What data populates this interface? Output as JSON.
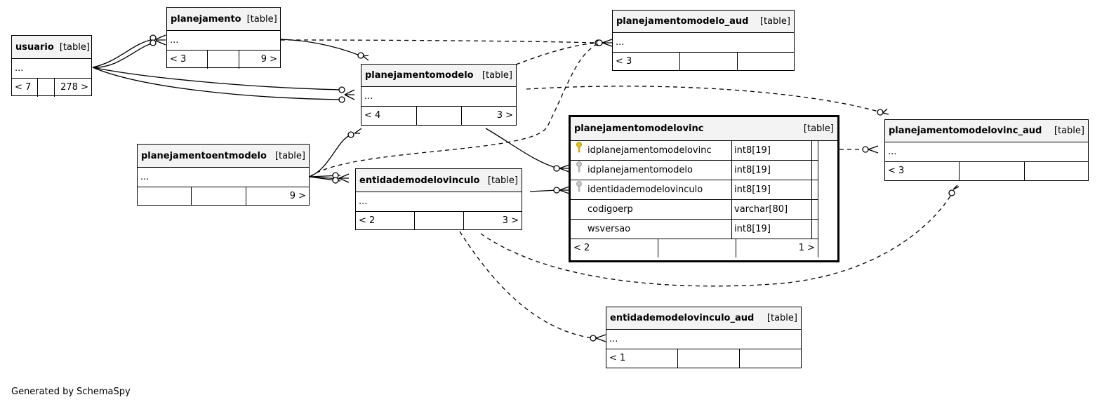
{
  "tables": {
    "usuario": {
      "name": "usuario",
      "kind": "[table]",
      "ellipsis": "...",
      "footer": [
        "< 7",
        "",
        "278 >"
      ]
    },
    "planejamento": {
      "name": "planejamento",
      "kind": "[table]",
      "ellipsis": "...",
      "footer": [
        "< 3",
        "",
        "9 >"
      ]
    },
    "planejamentomodelo_aud": {
      "name": "planejamentomodelo_aud",
      "kind": "[table]",
      "ellipsis": "...",
      "footer": [
        "< 3",
        "",
        ""
      ]
    },
    "planejamentomodelo": {
      "name": "planejamentomodelo",
      "kind": "[table]",
      "ellipsis": "...",
      "footer": [
        "< 4",
        "",
        "3 >"
      ]
    },
    "planejamentoentmodelo": {
      "name": "planejamentoentmodelo",
      "kind": "[table]",
      "ellipsis": "...",
      "footer": [
        "",
        "",
        "9 >"
      ]
    },
    "entidademodelovinculo": {
      "name": "entidademodelovinculo",
      "kind": "[table]",
      "ellipsis": "...",
      "footer": [
        "< 2",
        "",
        "3 >"
      ]
    },
    "planejamentomodelovinc_aud": {
      "name": "planejamentomodelovinc_aud",
      "kind": "[table]",
      "ellipsis": "...",
      "footer": [
        "< 3",
        "",
        ""
      ]
    },
    "entidademodelovinculo_aud": {
      "name": "entidademodelovinculo_aud",
      "kind": "[table]",
      "ellipsis": "...",
      "footer": [
        "< 1",
        "",
        ""
      ]
    },
    "planejamentomodelovinc": {
      "name": "planejamentomodelovinc",
      "kind": "[table]",
      "columns": [
        {
          "name": "idplanejamentomodelovinc",
          "type": "int8[19]",
          "key": "primary"
        },
        {
          "name": "idplanejamentomodelo",
          "type": "int8[19]",
          "key": "foreign"
        },
        {
          "name": "identidademodelovinculo",
          "type": "int8[19]",
          "key": "foreign"
        },
        {
          "name": "codigoerp",
          "type": "varchar[80]",
          "key": "none"
        },
        {
          "name": "wsversao",
          "type": "int8[19]",
          "key": "none"
        }
      ],
      "footer": [
        "< 2",
        "",
        "1 >"
      ]
    }
  },
  "generated_by": "Generated by SchemaSpy",
  "colors": {
    "header_bg": "#f3f3f3",
    "primary_key": "#e8c200",
    "foreign_key": "#9a9a9a",
    "line": "#000000"
  }
}
